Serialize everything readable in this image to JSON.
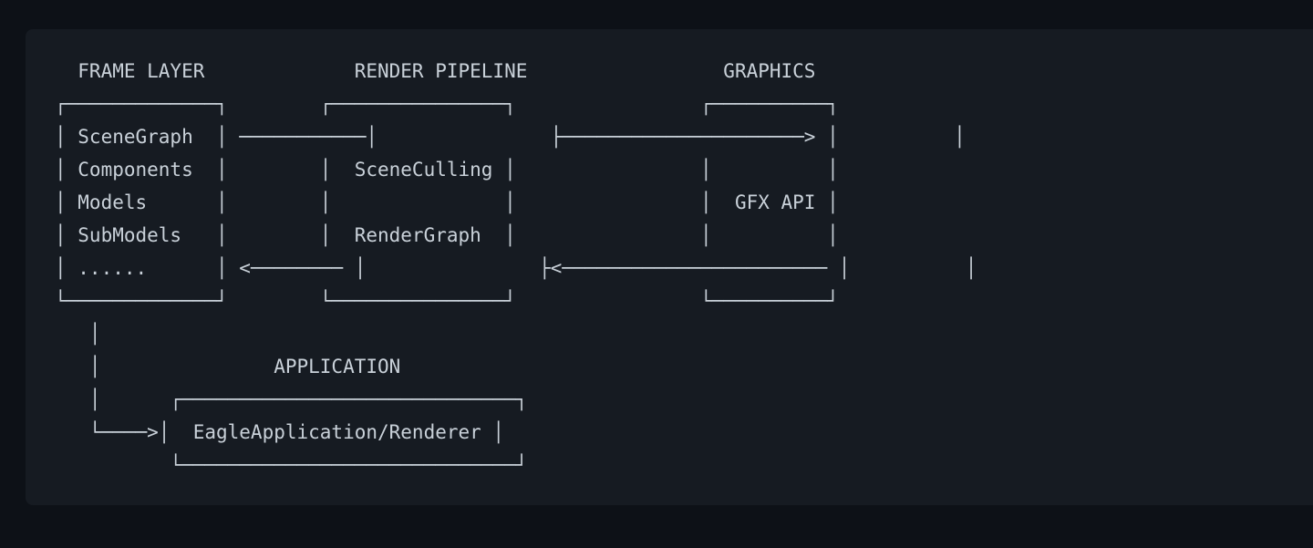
{
  "labels": {
    "frame_layer": "FRAME LAYER",
    "render_pipeline": "RENDER PIPELINE",
    "graphics": "GRAPHICS",
    "application": "APPLICATION"
  },
  "frame_layer_items": [
    "SceneGraph",
    "Components",
    "Models",
    "SubModels",
    "......"
  ],
  "render_pipeline_items": [
    "SceneCulling",
    "RenderGraph"
  ],
  "graphics_items": [
    "GFX API"
  ],
  "application_items": [
    "EagleApplication/Renderer"
  ],
  "diagram_lines": [
    "  FRAME LAYER             RENDER PIPELINE                 GRAPHICS",
    "┌─────────────┐        ┌───────────────┐                ┌──────────┐",
    "│ SceneGraph  │ ───────────│               ├─────────────────────> │          │",
    "│ Components  │        │  SceneCulling │                │          │",
    "│ Models      │        │               │                │  GFX API │",
    "│ SubModels   │        │  RenderGraph  │                │          │",
    "│ ......      │ <──────── │               ├<─────────────────────── │          │",
    "└─────────────┘        └───────────────┘                └──────────┘",
    "   │",
    "   │               APPLICATION",
    "   │      ┌─────────────────────────────┐",
    "   └────>│  EagleApplication/Renderer │",
    "          └─────────────────────────────┘"
  ]
}
